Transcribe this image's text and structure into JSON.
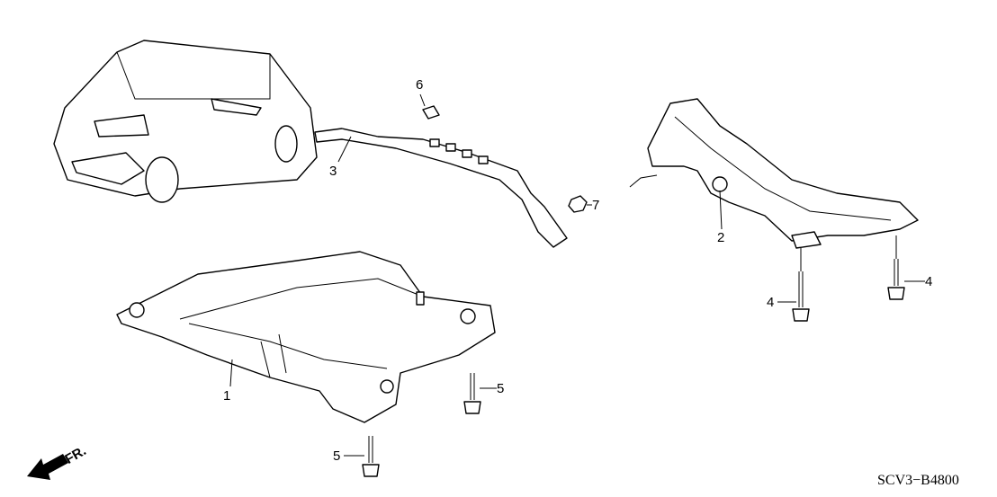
{
  "diagram_code": "SCV3−B4800",
  "front_indicator": "FR.",
  "callouts": [
    {
      "label": "1",
      "part": "front-subframe"
    },
    {
      "label": "2",
      "part": "rear-subframe"
    },
    {
      "label": "3",
      "part": "stiffener-brace"
    },
    {
      "label": "4",
      "part": "rear-subframe-bolt"
    },
    {
      "label": "4",
      "part": "rear-subframe-bolt"
    },
    {
      "label": "5",
      "part": "front-subframe-bolt"
    },
    {
      "label": "5",
      "part": "front-subframe-bolt"
    },
    {
      "label": "6",
      "part": "clip-bolt"
    },
    {
      "label": "7",
      "part": "flange-nut"
    }
  ]
}
